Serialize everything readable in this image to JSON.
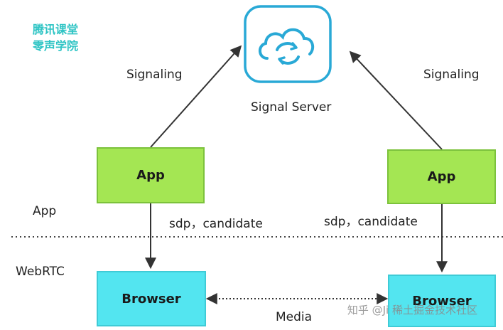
{
  "watermark_top": {
    "line1": "腾讯课堂",
    "line2": "零声学院"
  },
  "signal_server": {
    "label": "Signal Server",
    "icon": "cloud-sync-icon"
  },
  "labels": {
    "signaling_left": "Signaling",
    "signaling_right": "Signaling",
    "sdp_left": "sdp，candidate",
    "sdp_right": "sdp，candidate",
    "layer_app": "App",
    "layer_webrtc": "WebRTC",
    "media": "Media"
  },
  "boxes": {
    "app_left": "App",
    "app_right": "App",
    "browser_left": "Browser",
    "browser_right": "Browser"
  },
  "watermark_bottom": "知乎 @Ji 稀土掘金技术社区",
  "colors": {
    "app_box": "#a4e653",
    "browser_box": "#53e5f0",
    "server_icon": "#29a9d6",
    "watermark": "#2ec4c4"
  }
}
